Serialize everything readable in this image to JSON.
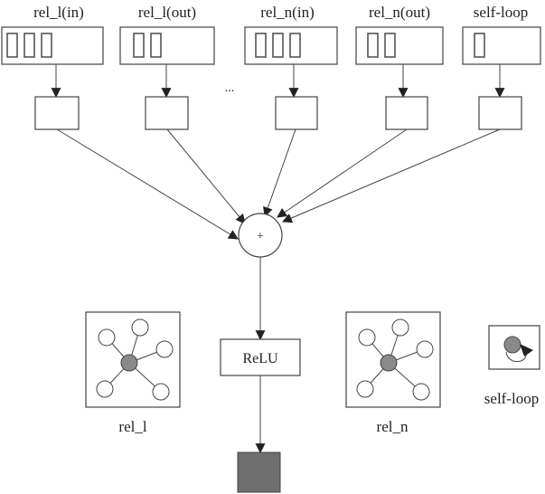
{
  "inputs": [
    {
      "label": "rel_l(in)",
      "slots": 3
    },
    {
      "label": "rel_l(out)",
      "slots": 2
    },
    {
      "label": "rel_n(in)",
      "slots": 3
    },
    {
      "label": "rel_n(out)",
      "slots": 2
    },
    {
      "label": "self-loop",
      "slots": 1
    }
  ],
  "ellipsis": "...",
  "sum_symbol": "+",
  "activation_label": "ReLU",
  "graphs": [
    {
      "label": "rel_l"
    },
    {
      "label": "rel_n"
    }
  ],
  "self_loop_label": "self-loop",
  "colors": {
    "line": "#444444",
    "center_node": "#8a8a8a",
    "output_box": "#6e6e6e"
  }
}
